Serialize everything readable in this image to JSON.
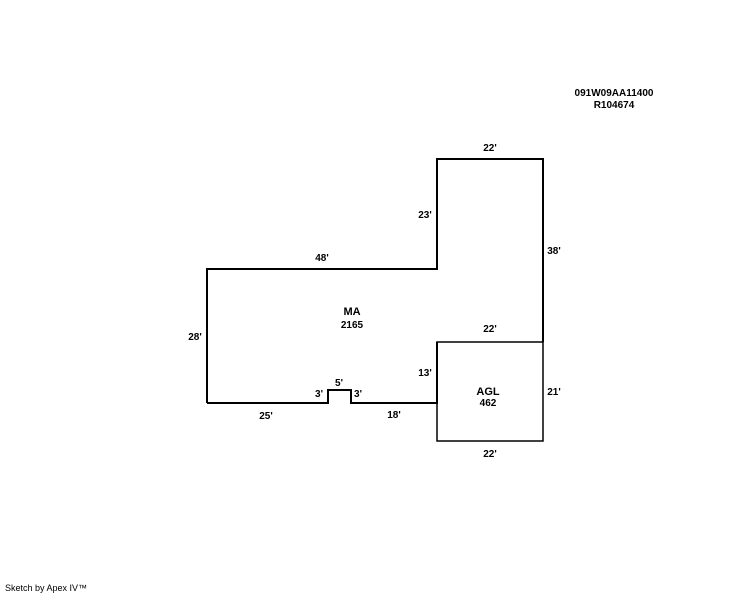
{
  "parcel": {
    "id": "091W09AA11400",
    "account": "R104674"
  },
  "main_area": {
    "label": "MA",
    "area": "2165"
  },
  "garage": {
    "label": "AGL",
    "area": "462"
  },
  "dimensions": {
    "ma_top_right": "22'",
    "ma_upper_vertical": "23'",
    "ma_right_side": "38'",
    "ma_top_left": "48'",
    "ma_left_side": "28'",
    "ma_bottom_left": "25'",
    "notch_left": "3'",
    "notch_top": "5'",
    "notch_right": "3'",
    "ma_bottom_right": "18'",
    "ma_inner_vertical": "13'",
    "garage_top": "22'",
    "garage_right": "21'",
    "garage_bottom": "22'"
  },
  "footer": {
    "credit": "Sketch by Apex IV™"
  }
}
